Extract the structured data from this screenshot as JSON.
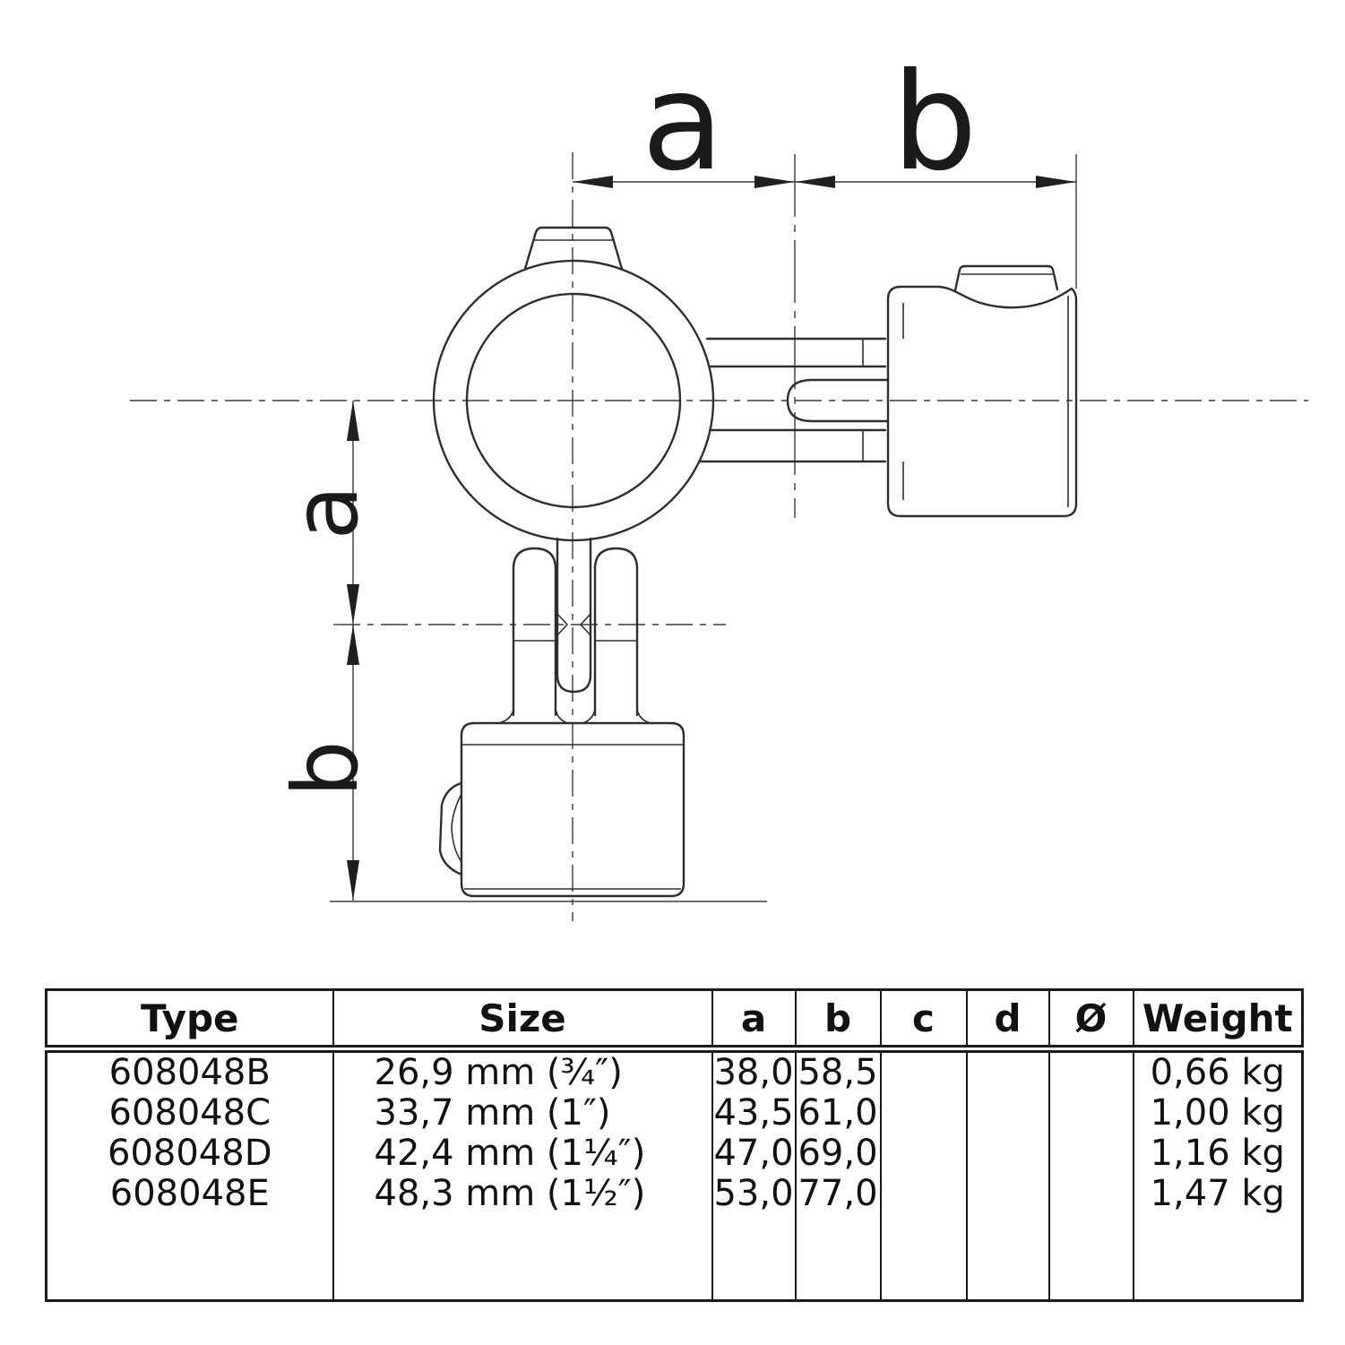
{
  "drawing": {
    "dim_labels": {
      "top_a": "a",
      "top_b": "b",
      "left_a": "a",
      "left_b": "b"
    }
  },
  "table": {
    "headers": [
      "Type",
      "Size",
      "a",
      "b",
      "c",
      "d",
      "Ø",
      "Weight"
    ],
    "rows": [
      {
        "type": "608048B",
        "size": "26,9 mm (¾″)",
        "a": "38,0",
        "b": "58,5",
        "c": "",
        "d": "",
        "dia": "",
        "weight": "0,66 kg"
      },
      {
        "type": "608048C",
        "size": "33,7 mm (1″)",
        "a": "43,5",
        "b": "61,0",
        "c": "",
        "d": "",
        "dia": "",
        "weight": "1,00 kg"
      },
      {
        "type": "608048D",
        "size": "42,4 mm (1¼″)",
        "a": "47,0",
        "b": "69,0",
        "c": "",
        "d": "",
        "dia": "",
        "weight": "1,16 kg"
      },
      {
        "type": "608048E",
        "size": "48,3 mm (1½″)",
        "a": "53,0",
        "b": "77,0",
        "c": "",
        "d": "",
        "dia": "",
        "weight": "1,47 kg"
      }
    ]
  },
  "colors": {
    "background": "#ffffff",
    "line": "#2e2e2e",
    "text": "#1a1a1a"
  }
}
